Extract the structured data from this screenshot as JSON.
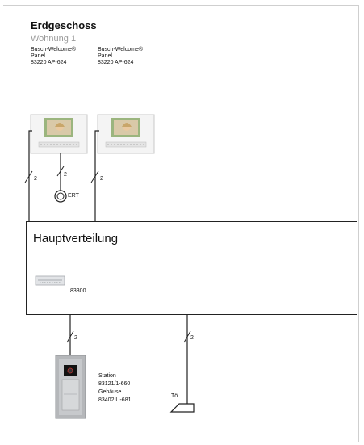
{
  "floor": {
    "title": "Erdgeschoss"
  },
  "apartment": {
    "title": "Wohnung 1"
  },
  "panels": [
    {
      "line1": "Busch-Welcome®",
      "line2": "Panel",
      "line3": "83220 AP-624"
    },
    {
      "line1": "Busch-Welcome®",
      "line2": "Panel",
      "line3": "83220 AP-624"
    }
  ],
  "ert": {
    "label": "ERT"
  },
  "wires": {
    "w1": "2",
    "w2": "2",
    "w3": "2",
    "w4": "2",
    "w5": "2"
  },
  "distribution": {
    "title": "Hauptverteilung",
    "device_label": "83300"
  },
  "station": {
    "line1": "Station",
    "line2": "83121/1-660",
    "line3": "Gehäuse",
    "line4": "83402 U-681"
  },
  "door_opener": {
    "label": "Tö"
  },
  "colors": {
    "line": "#222222",
    "frame": "#cfcfcf",
    "apartment_text": "#9a9a9a"
  }
}
